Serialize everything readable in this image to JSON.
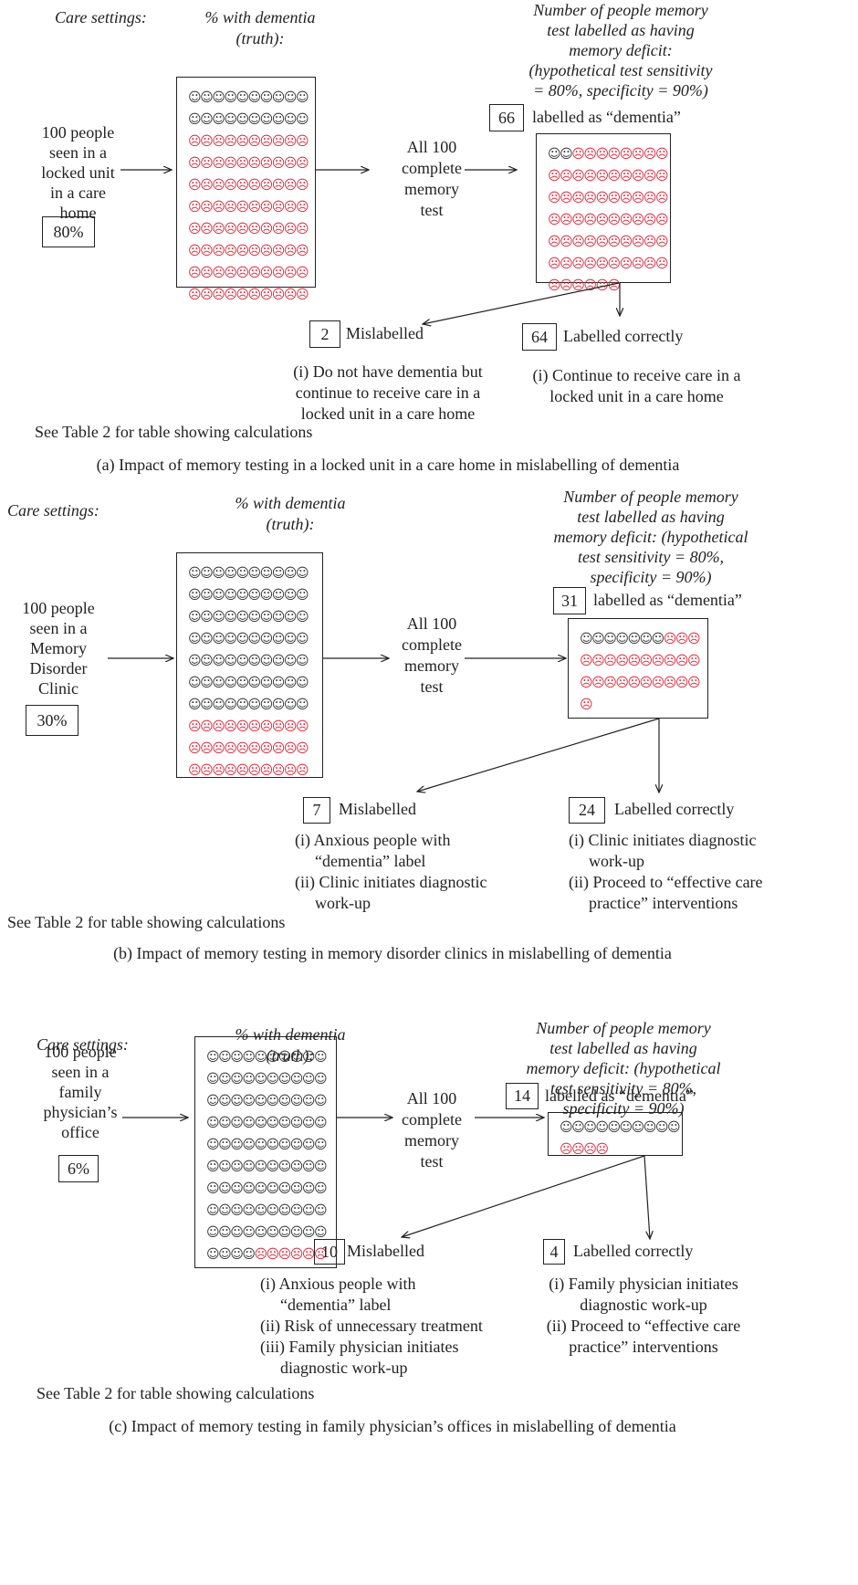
{
  "panels": [
    {
      "id": "a",
      "care_settings_label": "Care settings:",
      "truth_label_1": "% with dementia",
      "truth_label_2": "(truth):",
      "number_label": [
        "Number of people memory",
        "test labelled as having",
        "memory deficit:",
        "(hypothetical test sensitivity",
        "= 80%, specificity = 90%)"
      ],
      "setting": [
        "100 people",
        "seen in a",
        "locked unit",
        "in a care",
        "home"
      ],
      "prevalence": "80%",
      "test_text": [
        "All 100",
        "complete",
        "memory",
        "test"
      ],
      "labelled_count": "66",
      "labelled_text": "labelled as “dementia”",
      "truth_grid": {
        "happy": 20,
        "sad": 80
      },
      "labelled_grid": {
        "happy": 2,
        "sad": 64
      },
      "mislabelled_count": "2",
      "mislabelled_label": "Mislabelled",
      "mislabelled_notes": [
        "(i) Do not have dementia but",
        "continue to receive care in a",
        "locked unit in a care home"
      ],
      "correct_count": "64",
      "correct_label": "Labelled correctly",
      "correct_notes": [
        "(i) Continue to receive care in a",
        "locked unit in a care home"
      ],
      "see_table": "See Table 2 for table showing calculations",
      "caption": "(a)  Impact of memory testing in a locked unit in a care home in mislabelling of dementia"
    },
    {
      "id": "b",
      "care_settings_label": "Care settings:",
      "truth_label_1": "% with dementia",
      "truth_label_2": "(truth):",
      "number_label": [
        "Number of people memory",
        "test labelled as having",
        "memory deficit: (hypothetical",
        "test sensitivity = 80%,",
        "specificity = 90%)"
      ],
      "setting": [
        "100 people",
        "seen in a",
        "Memory",
        "Disorder",
        "Clinic"
      ],
      "prevalence": "30%",
      "test_text": [
        "All 100",
        "complete",
        "memory",
        "test"
      ],
      "labelled_count": "31",
      "labelled_text": "labelled as “dementia”",
      "truth_grid": {
        "happy": 70,
        "sad": 30
      },
      "labelled_grid": {
        "happy": 7,
        "sad": 24
      },
      "mislabelled_count": "7",
      "mislabelled_label": "Mislabelled",
      "mislabelled_notes": [
        "(i) Anxious people with",
        "“dementia” label",
        "(ii) Clinic initiates diagnostic",
        "work-up"
      ],
      "correct_count": "24",
      "correct_label": "Labelled correctly",
      "correct_notes": [
        "(i) Clinic initiates diagnostic",
        "work-up",
        "(ii) Proceed to “effective care",
        "practice” interventions"
      ],
      "see_table": "See Table 2 for table showing calculations",
      "caption": "(b)  Impact of memory testing in memory disorder clinics in mislabelling of dementia"
    },
    {
      "id": "c",
      "care_settings_label": "Care settings:",
      "truth_label_1": "% with dementia",
      "truth_label_2": "(truth):",
      "number_label": [
        "Number of people memory",
        "test labelled as having",
        "memory deficit: (hypothetical",
        "test sensitivity = 80%,",
        "specificity = 90%)"
      ],
      "setting": [
        "100 people",
        "seen in a",
        "family",
        "physician’s",
        "office"
      ],
      "prevalence": "6%",
      "test_text": [
        "All 100",
        "complete",
        "memory",
        "test"
      ],
      "labelled_count": "14",
      "labelled_text": "labelled as “dementia”",
      "truth_grid": {
        "happy": 94,
        "sad": 6
      },
      "labelled_grid": {
        "happy": 10,
        "sad": 4
      },
      "mislabelled_count": "10",
      "mislabelled_label": "Mislabelled",
      "mislabelled_notes": [
        "(i) Anxious people with",
        "“dementia” label",
        "(ii) Risk of unnecessary treatment",
        "(iii) Family physician initiates",
        "diagnostic work-up"
      ],
      "correct_count": "4",
      "correct_label": "Labelled correctly",
      "correct_notes": [
        "(i) Family physician initiates",
        "diagnostic work-up",
        "(ii) Proceed to “effective care",
        "practice” interventions"
      ],
      "see_table": "See Table 2 for table showing calculations",
      "caption": "(c)  Impact of memory testing in family physician’s offices in mislabelling of dementia"
    }
  ],
  "icons": {
    "happy": "smiley-face-icon",
    "sad": "frowny-face-icon",
    "sad_color": "#e0283a"
  }
}
